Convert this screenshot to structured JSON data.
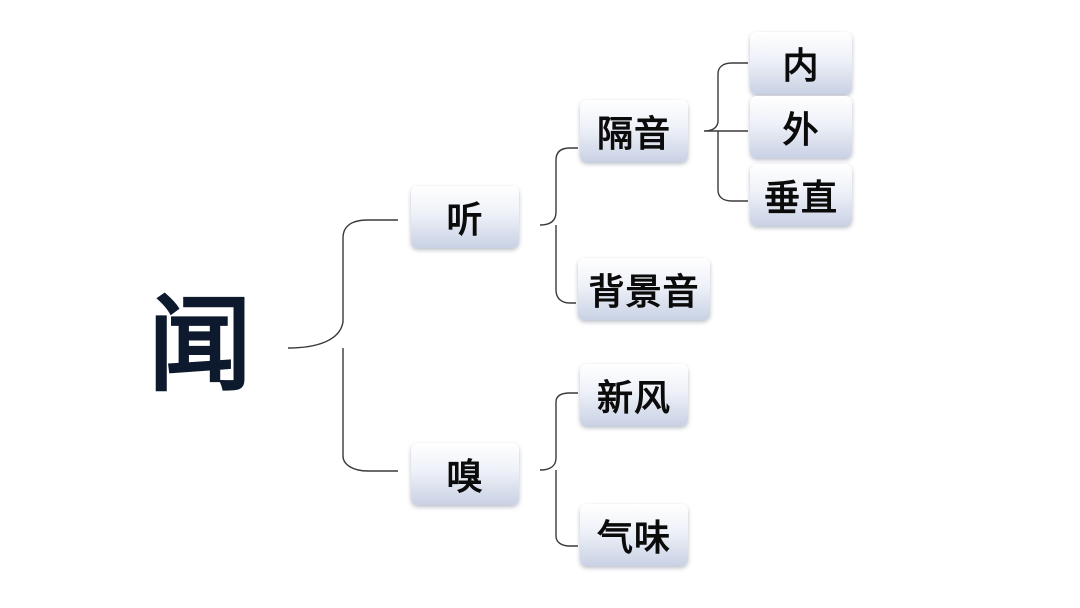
{
  "diagram": {
    "root": "闻",
    "branches": [
      {
        "label": "听",
        "children": [
          {
            "label": "隔音",
            "children": [
              "内",
              "外",
              "垂直"
            ]
          },
          {
            "label": "背景音"
          }
        ]
      },
      {
        "label": "嗅",
        "children": [
          {
            "label": "新风"
          },
          {
            "label": "气味"
          }
        ]
      }
    ]
  },
  "colors": {
    "line": "#3a3a3a",
    "root_text": "#0d1a2e",
    "node_top": "#ffffff",
    "node_bottom": "#c9d1e4"
  }
}
